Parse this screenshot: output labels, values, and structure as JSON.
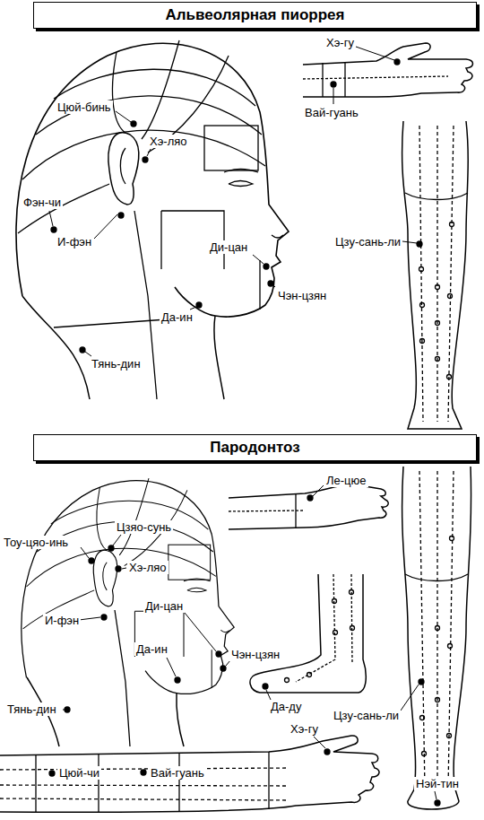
{
  "diagram": {
    "nodes": [
      {
        "text": [
          "Альвеолярная пиоррея"
        ]
      },
      {
        "text": [
          "Пародонтоз"
        ]
      }
    ],
    "labels": [
      "Хэ-гу",
      "Вай-гуань",
      "Цюй-бинь",
      "Хэ-ляо",
      "Фэн-чи",
      "И-фэн",
      "Ди-цан",
      "Да-ин",
      "Чэн-цзян",
      "Цзу-сань-ли",
      "Тянь-дин",
      "Ле-цюе",
      "Тоу-цяо-инь",
      "Цзяо-сунь",
      "Хэ-ляо",
      "И-фэн",
      "Ди-цан",
      "Да-ин",
      "Чэн-цзян",
      "Тянь-дин",
      "Да-ду",
      "Цзу-сань-ли",
      "Хэ-гу",
      "Цюй-чи",
      "Вай-гуань",
      "Нэй-тин"
    ]
  }
}
